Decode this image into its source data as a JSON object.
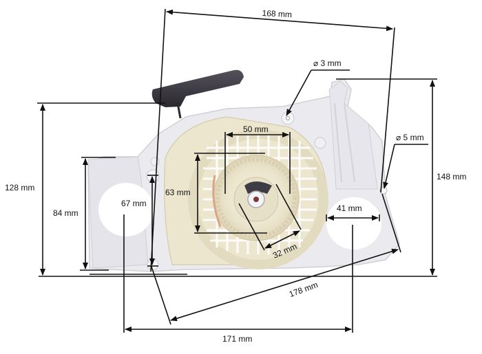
{
  "figure": {
    "subject": "Recoil starter assembly with dimensions",
    "colors": {
      "line": "#111111",
      "housing": "#e9e9ee",
      "housing_shade": "#d6d6dc",
      "pulley": "#efe9d6",
      "pulley_shade": "#ded6bb",
      "handle": "#3a3840",
      "hole": "#ffffff",
      "grille": "#d9d5c8"
    }
  },
  "dimensions": {
    "top_width": "168 mm",
    "hole_3": "⌀ 3 mm",
    "hole_5": "⌀ 5 mm",
    "height_right": "148 mm",
    "height_left": "128 mm",
    "left_ear_height": "84 mm",
    "left_mount_spacing": "67 mm",
    "pulley_width": "50 mm",
    "pulley_height": "63 mm",
    "hub_size": "32 mm",
    "right_hole_dia": "41 mm",
    "diagonal": "178 mm",
    "bottom_width": "171 mm"
  }
}
